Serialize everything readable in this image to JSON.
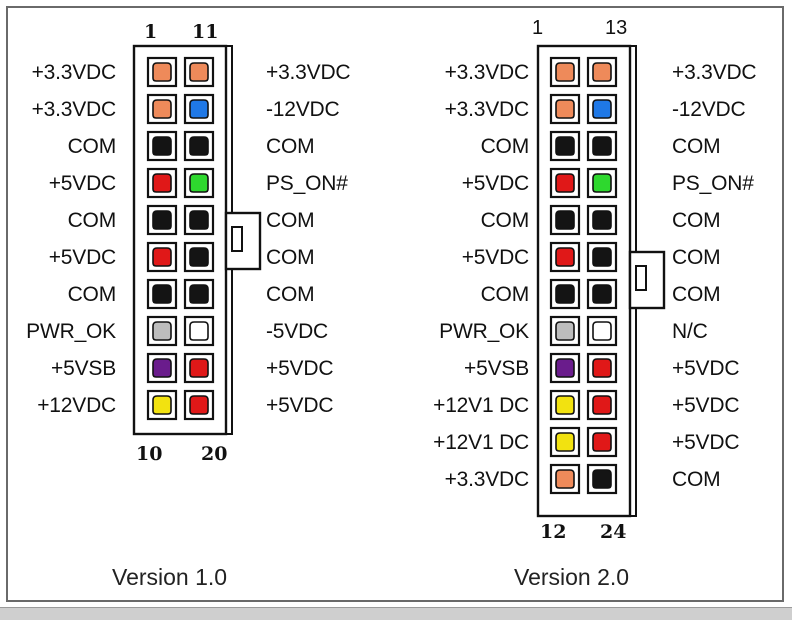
{
  "version1": {
    "caption": "Version 1.0",
    "top_left_pin": "1",
    "top_right_pin": "11",
    "bottom_left_pin": "10",
    "bottom_right_pin": "20",
    "left_labels": [
      "+3.3VDC",
      "+3.3VDC",
      "COM",
      "+5VDC",
      "COM",
      "+5VDC",
      "COM",
      "PWR_OK",
      "+5VSB",
      "+12VDC"
    ],
    "right_labels": [
      "+3.3VDC",
      "-12VDC",
      "COM",
      "PS_ON#",
      "COM",
      "COM",
      "COM",
      "-5VDC",
      "+5VDC",
      "+5VDC"
    ],
    "left_colors": [
      "#ee8a5a",
      "#ee8a5a",
      "#141414",
      "#e01818",
      "#141414",
      "#e01818",
      "#141414",
      "#bdbdbd",
      "#6a1c8c",
      "#f2e210"
    ],
    "right_colors": [
      "#ee8a5a",
      "#1f78e6",
      "#141414",
      "#2ed82e",
      "#141414",
      "#141414",
      "#141414",
      "#ffffff",
      "#e01818",
      "#e01818"
    ]
  },
  "version2": {
    "caption": "Version 2.0",
    "top_left_pin": "1",
    "top_right_pin": "13",
    "bottom_left_pin": "12",
    "bottom_right_pin": "24",
    "left_labels": [
      "+3.3VDC",
      "+3.3VDC",
      "COM",
      "+5VDC",
      "COM",
      "+5VDC",
      "COM",
      "PWR_OK",
      "+5VSB",
      "+12V1 DC",
      "+12V1 DC",
      "+3.3VDC"
    ],
    "right_labels": [
      "+3.3VDC",
      "-12VDC",
      "COM",
      "PS_ON#",
      "COM",
      "COM",
      "COM",
      "N/C",
      "+5VDC",
      "+5VDC",
      "+5VDC",
      "COM"
    ],
    "left_colors": [
      "#ee8a5a",
      "#ee8a5a",
      "#141414",
      "#e01818",
      "#141414",
      "#e01818",
      "#141414",
      "#bdbdbd",
      "#6a1c8c",
      "#f2e210",
      "#f2e210",
      "#ee8a5a"
    ],
    "right_colors": [
      "#ee8a5a",
      "#1f78e6",
      "#141414",
      "#2ed82e",
      "#141414",
      "#141414",
      "#141414",
      "#ffffff",
      "#e01818",
      "#e01818",
      "#e01818",
      "#141414"
    ]
  }
}
